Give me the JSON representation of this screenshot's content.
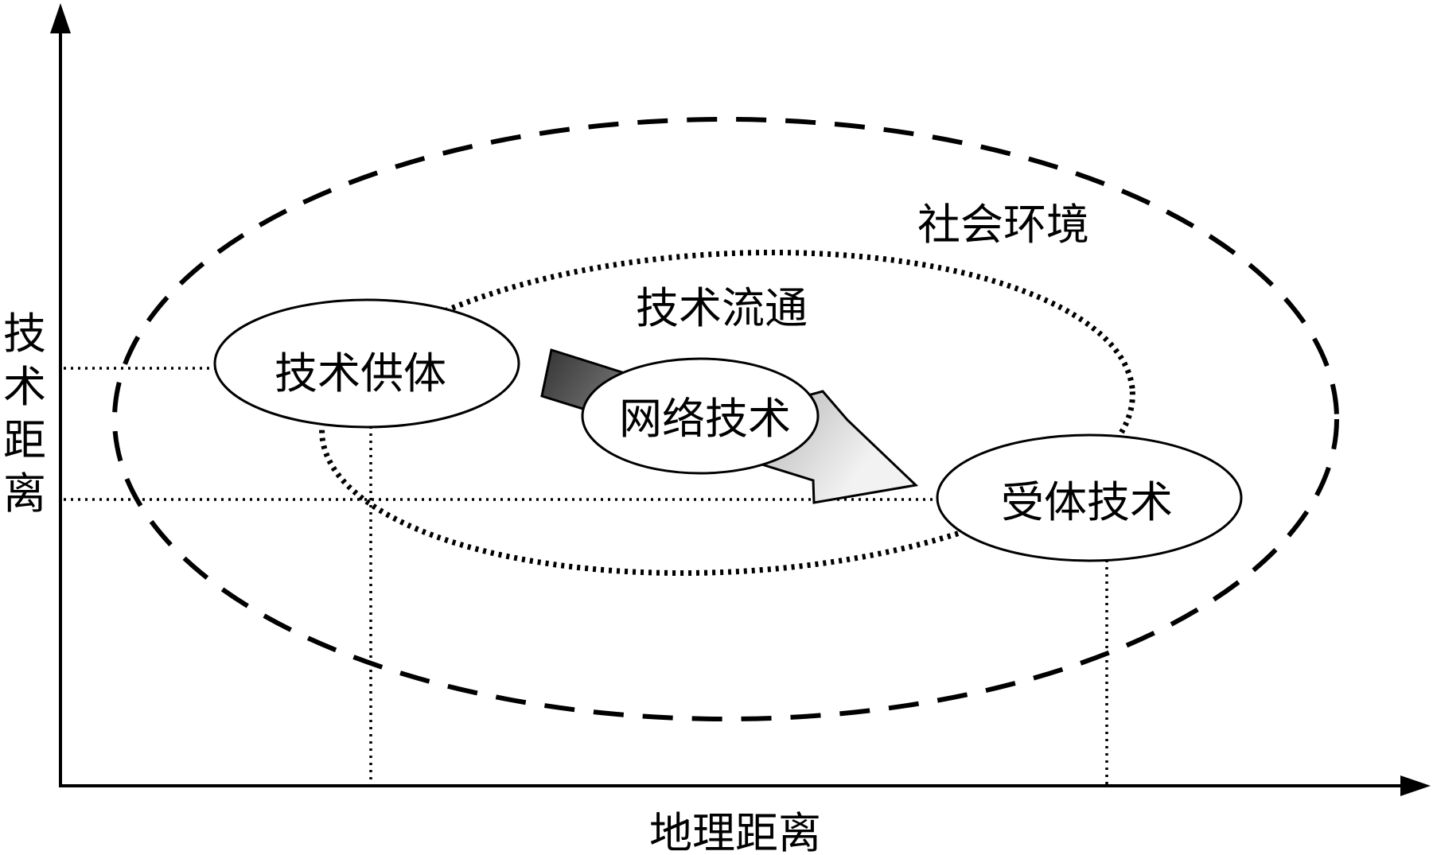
{
  "axes": {
    "x_label": "地理距离",
    "y_label": [
      "技",
      "术",
      "距",
      "离"
    ]
  },
  "regions": {
    "social_environment": "社会环境",
    "tech_circulation": "技术流通"
  },
  "nodes": {
    "supplier": "技术供体",
    "network": "网络技术",
    "receiver": "受体技术"
  },
  "colors": {
    "line": "#000000",
    "arrow_dark": "#3a3a3a",
    "arrow_light": "#f0f0f0",
    "background": "#ffffff"
  }
}
